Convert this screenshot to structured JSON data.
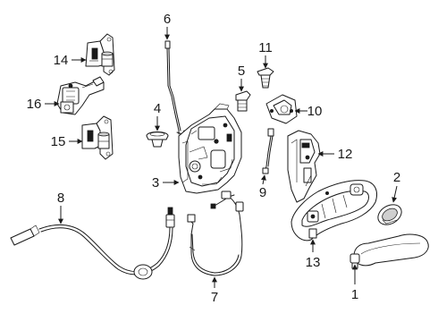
{
  "diagram": {
    "type": "exploded-parts-diagram",
    "callouts": [
      {
        "id": "1",
        "label": "1"
      },
      {
        "id": "2",
        "label": "2"
      },
      {
        "id": "3",
        "label": "3"
      },
      {
        "id": "4",
        "label": "4"
      },
      {
        "id": "5",
        "label": "5"
      },
      {
        "id": "6",
        "label": "6"
      },
      {
        "id": "7",
        "label": "7"
      },
      {
        "id": "8",
        "label": "8"
      },
      {
        "id": "9",
        "label": "9"
      },
      {
        "id": "10",
        "label": "10"
      },
      {
        "id": "11",
        "label": "11"
      },
      {
        "id": "12",
        "label": "12"
      },
      {
        "id": "13",
        "label": "13"
      },
      {
        "id": "14",
        "label": "14"
      },
      {
        "id": "15",
        "label": "15"
      },
      {
        "id": "16",
        "label": "16"
      }
    ]
  }
}
